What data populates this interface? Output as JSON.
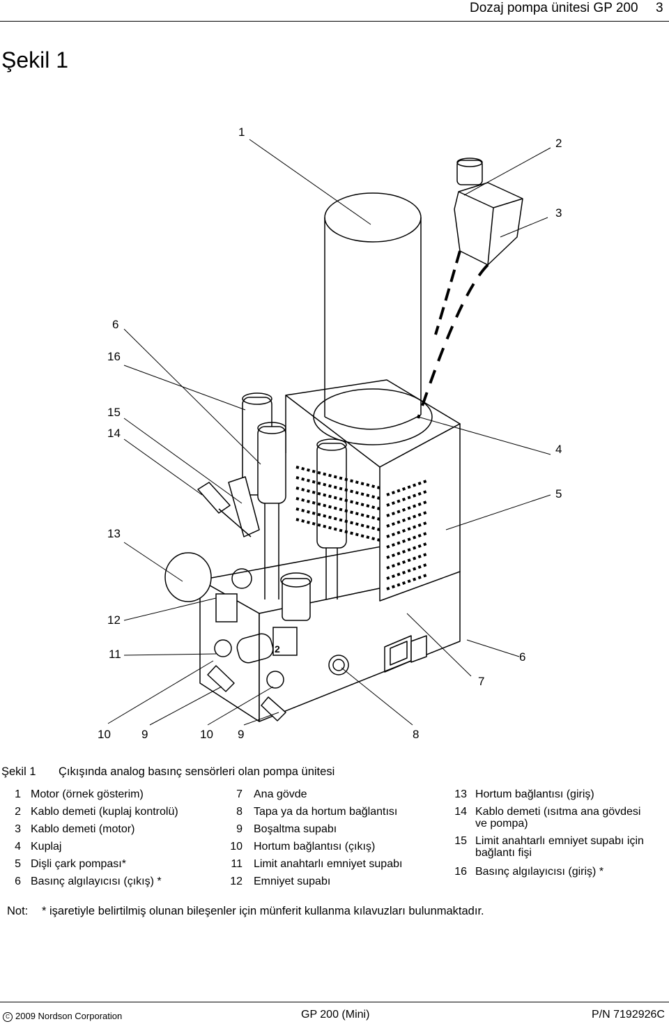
{
  "header": {
    "running_title": "Dozaj pompa ünitesi GP 200",
    "page_number": "3"
  },
  "figure": {
    "title": "Şekil 1",
    "callouts": {
      "c1": "1",
      "c2": "2",
      "c3": "3",
      "c6a": "6",
      "c16": "16",
      "c15": "15",
      "c14": "14",
      "c4": "4",
      "c5": "5",
      "c13": "13",
      "c12": "12",
      "c11": "11",
      "c6b": "6",
      "c7": "7",
      "c10a": "10",
      "c9a": "9",
      "c10b": "10",
      "c9b": "9",
      "c8": "8"
    },
    "panel_label": "2"
  },
  "caption": {
    "label": "Şekil 1",
    "text": "Çıkışında analog basınç sensörleri olan pompa ünitesi"
  },
  "legend": {
    "col1": [
      {
        "n": "1",
        "t": "Motor (örnek gösterim)"
      },
      {
        "n": "2",
        "t": "Kablo demeti (kuplaj kontrolü)"
      },
      {
        "n": "3",
        "t": "Kablo demeti (motor)"
      },
      {
        "n": "4",
        "t": "Kuplaj"
      },
      {
        "n": "5",
        "t": "Dişli çark pompası*"
      },
      {
        "n": "6",
        "t": "Basınç algılayıcısı (çıkış) *"
      }
    ],
    "col2": [
      {
        "n": "7",
        "t": "Ana gövde"
      },
      {
        "n": "8",
        "t": "Tapa ya da hortum bağlantısı"
      },
      {
        "n": "9",
        "t": "Boşaltma supabı"
      },
      {
        "n": "10",
        "t": "Hortum bağlantısı (çıkış)"
      },
      {
        "n": "11",
        "t": "Limit anahtarlı emniyet supabı"
      },
      {
        "n": "12",
        "t": "Emniyet supabı"
      }
    ],
    "col3": [
      {
        "n": "13",
        "t": "Hortum bağlantısı (giriş)"
      },
      {
        "n": "14",
        "t": "Kablo demeti (ısıtma ana gövdesi",
        "t2": "ve pompa)"
      },
      {
        "n": "15",
        "t": "Limit anahtarlı emniyet supabı için",
        "t2": "bağlantı fişi"
      },
      {
        "n": "16",
        "t": "Basınç algılayıcısı (giriş) *"
      }
    ]
  },
  "note": {
    "label": "Not:",
    "text": "* işaretiyle belirtilmiş olunan bileşenler için münferit kullanma kılavuzları bulunmaktadır."
  },
  "footer": {
    "copyright": "2009 Nordson Corporation",
    "model": "GP 200 (Mini)",
    "part_number": "P/N 7192926C"
  }
}
